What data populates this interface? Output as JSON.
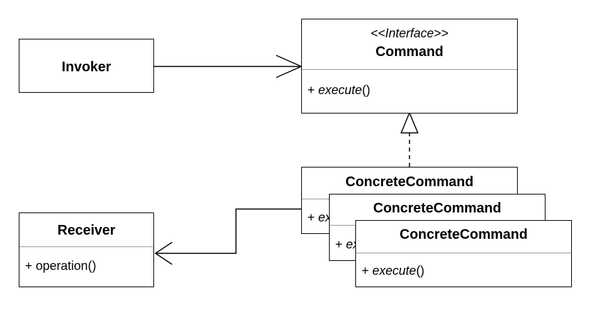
{
  "classes": {
    "invoker": {
      "name": "Invoker"
    },
    "command": {
      "stereotype": "<<Interface>>",
      "name": "Command",
      "member_prefix": "+ ",
      "member_name": "execute",
      "member_suffix": "()"
    },
    "receiver": {
      "name": "Receiver",
      "member": "+ operation()"
    },
    "concrete": [
      {
        "name": "ConcreteCommand",
        "member_prefix": "+ ",
        "member_name": "execute",
        "member_suffix": "()"
      },
      {
        "name": "ConcreteCommand",
        "member_prefix": "+ ",
        "member_name": "execute",
        "member_suffix": "()"
      },
      {
        "name": "ConcreteCommand",
        "member_prefix": "+ ",
        "member_name": "execute",
        "member_suffix": "()"
      }
    ]
  },
  "relations": [
    {
      "from": "Invoker",
      "to": "Command",
      "kind": "association"
    },
    {
      "from": "ConcreteCommand",
      "to": "Command",
      "kind": "realization"
    },
    {
      "from": "ConcreteCommand",
      "to": "Receiver",
      "kind": "association"
    }
  ],
  "colors": {
    "line": "#000000",
    "separator": "#9a9a9a"
  }
}
